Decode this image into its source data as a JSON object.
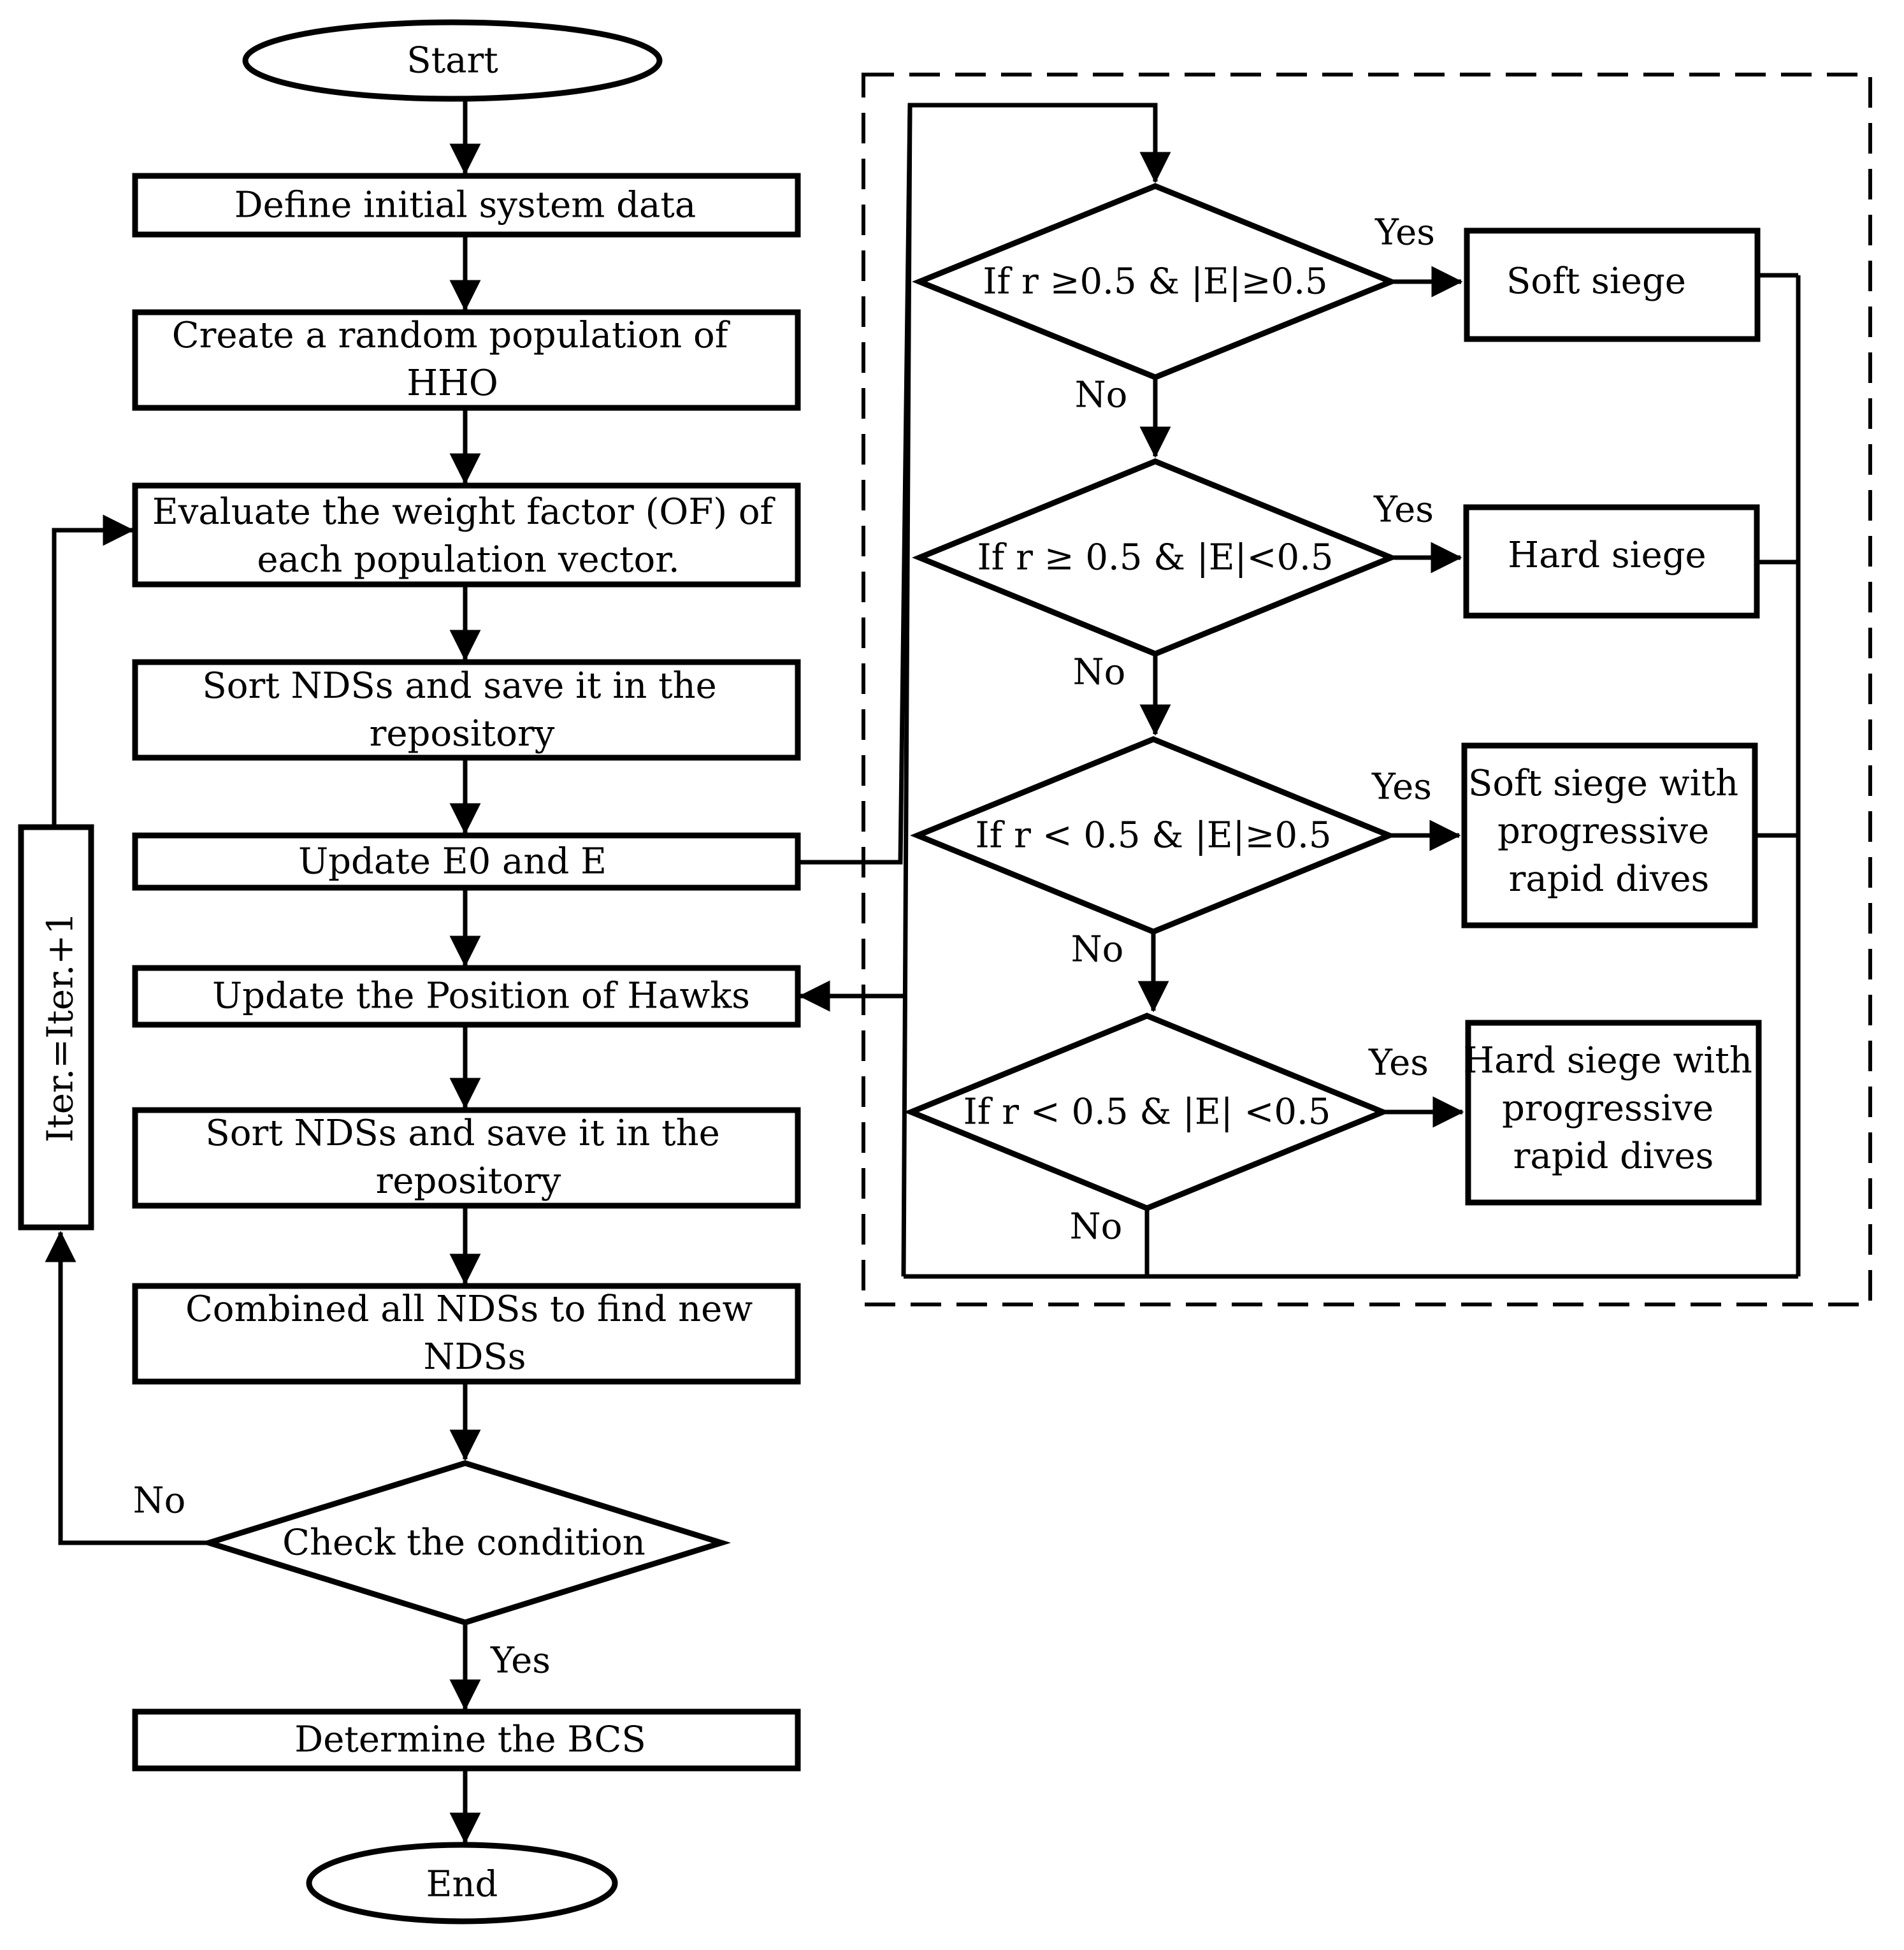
{
  "nodes": {
    "start": "Start",
    "define": "Define initial system data",
    "create": [
      "Create a random population of",
      "HHO"
    ],
    "evaluate": [
      "Evaluate the weight factor (OF) of",
      "each population vector."
    ],
    "sort1": [
      "Sort NDSs and save it in the",
      "repository"
    ],
    "update_e": "Update E0 and E",
    "update_pos": "Update the Position of Hawks",
    "sort2": [
      "Sort NDSs and save it in the",
      "repository"
    ],
    "combined": [
      "Combined all NDSs to find new",
      "NDSs"
    ],
    "check": "Check the condition",
    "determine": "Determine the BCS",
    "end": "End",
    "iter": "Iter.=Iter.+1"
  },
  "decisions": [
    "If r ≥0.5 & |E|≥0.5",
    "If r ≥ 0.5 & |E|<0.5",
    "If r < 0.5 & |E|≥0.5",
    "If r < 0.5 & |E| <0.5"
  ],
  "actions": [
    [
      "Soft siege"
    ],
    [
      "Hard siege"
    ],
    [
      "Soft siege with",
      "progressive",
      "rapid dives"
    ],
    [
      "Hard siege with",
      "progressive",
      "rapid dives"
    ]
  ],
  "labels": {
    "yes": "Yes",
    "no": "No"
  }
}
